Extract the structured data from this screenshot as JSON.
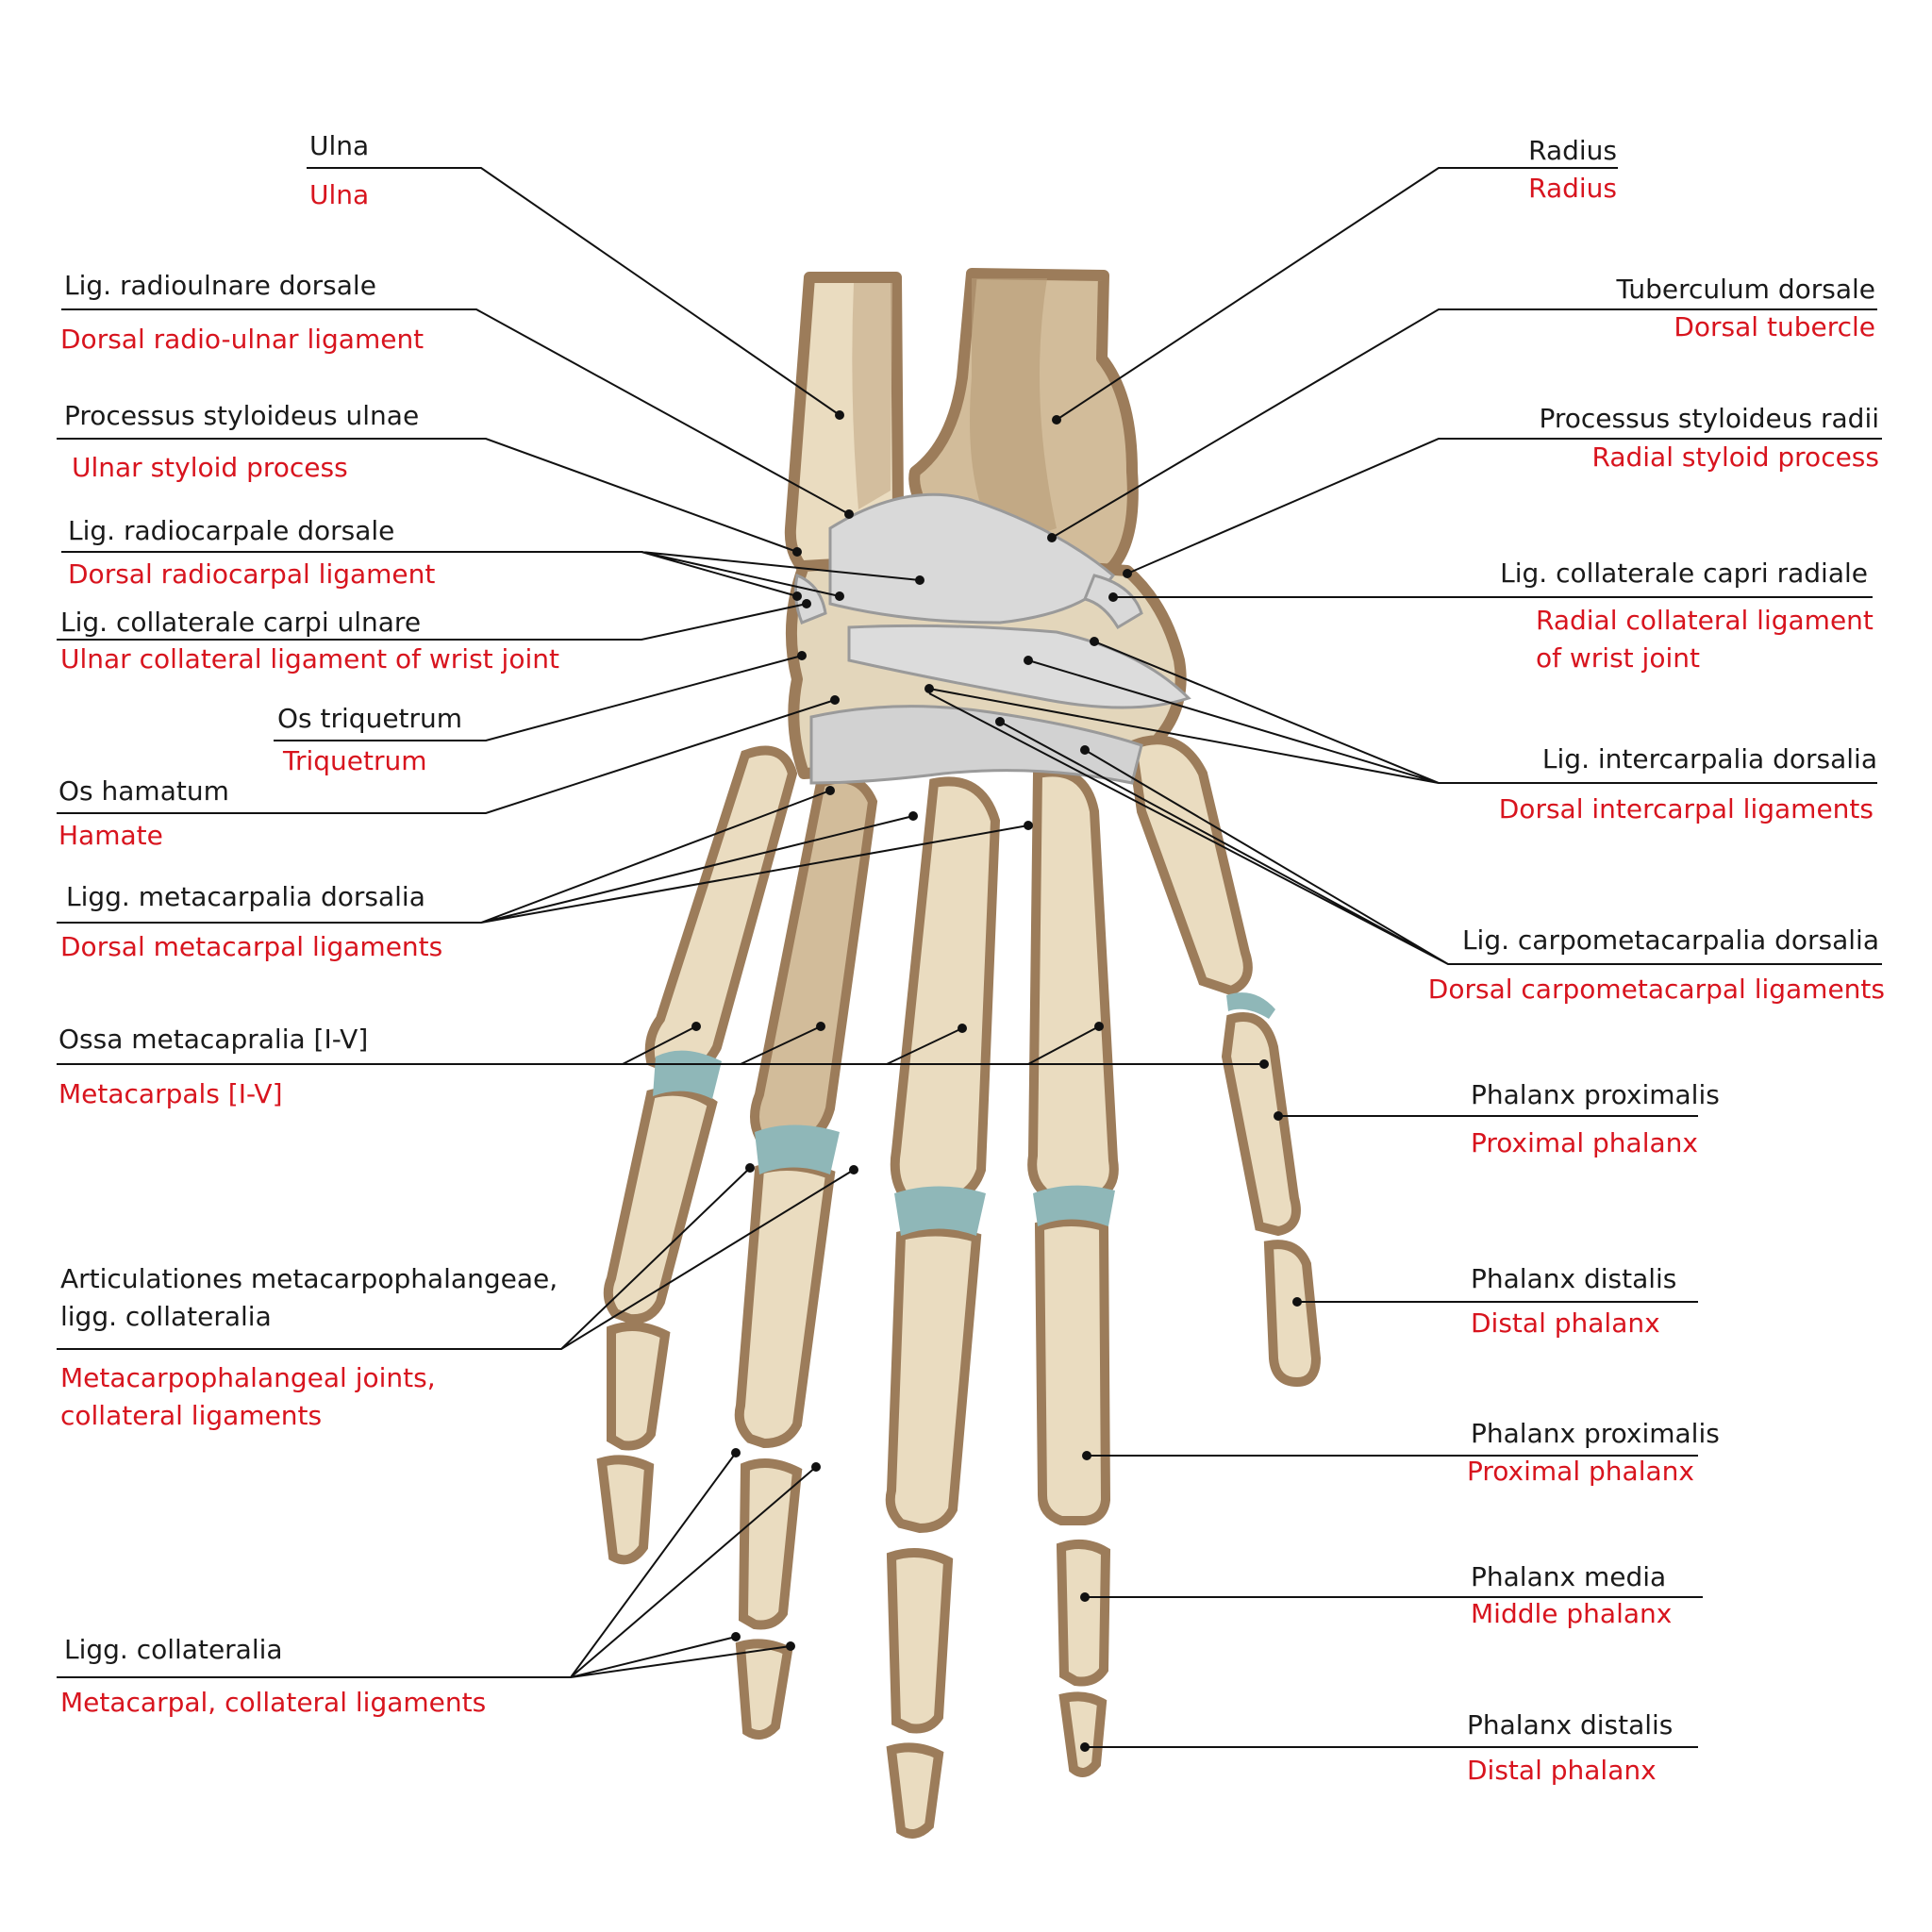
{
  "colors": {
    "bone": "#eadcc0",
    "bone_outline": "#9c7c5a",
    "bone_shade": "#c9b190",
    "ligament": "#d9d9d9",
    "cartilage": "#8fb7b8",
    "leader": "#111111",
    "latin_text": "#1a1a1a",
    "english_text": "#d8141e"
  },
  "labels": [
    {
      "latin": "Ulna",
      "english": "Ulna"
    },
    {
      "latin": "Lig. radioulnare dorsale",
      "english": "Dorsal radio-ulnar ligament"
    },
    {
      "latin": "Processus styloideus ulnae",
      "english": "Ulnar styloid process"
    },
    {
      "latin": "Lig. radiocarpale dorsale",
      "english": "Dorsal radiocarpal ligament"
    },
    {
      "latin": "Lig. collaterale carpi ulnare",
      "english": "Ulnar collateral ligament of wrist joint"
    },
    {
      "latin": "Os triquetrum",
      "english": "Triquetrum"
    },
    {
      "latin": "Os hamatum",
      "english": "Hamate"
    },
    {
      "latin": "Ligg. metacarpalia dorsalia",
      "english": "Dorsal metacarpal ligaments"
    },
    {
      "latin": "Ossa metacapralia [I-V]",
      "english": "Metacarpals [I-V]"
    },
    {
      "latin": "Articulationes metacarpophalangeae,",
      "latin2": "ligg. collateralia",
      "english": "Metacarpophalangeal joints,",
      "english2": "collateral ligaments"
    },
    {
      "latin": "Ligg. collateralia",
      "english": "Metacarpal, collateral ligaments"
    },
    {
      "latin": "Radius",
      "english": "Radius"
    },
    {
      "latin": "Tuberculum dorsale",
      "english": "Dorsal tubercle"
    },
    {
      "latin": "Processus styloideus radii",
      "english": "Radial styloid process"
    },
    {
      "latin": "Lig. collaterale capri radiale",
      "english": "Radial collateral ligament",
      "english2": "of wrist joint"
    },
    {
      "latin": "Lig. intercarpalia dorsalia",
      "english": "Dorsal intercarpal ligaments"
    },
    {
      "latin": "Lig. carpometacarpalia dorsalia",
      "english": "Dorsal carpometacarpal ligaments"
    },
    {
      "latin": "Phalanx proximalis",
      "english": "Proximal phalanx"
    },
    {
      "latin": "Phalanx distalis",
      "english": "Distal phalanx"
    },
    {
      "latin": "Phalanx proximalis",
      "english": "Proximal phalanx"
    },
    {
      "latin": "Phalanx media",
      "english": "Middle phalanx"
    },
    {
      "latin": "Phalanx distalis",
      "english": "Distal phalanx"
    }
  ]
}
